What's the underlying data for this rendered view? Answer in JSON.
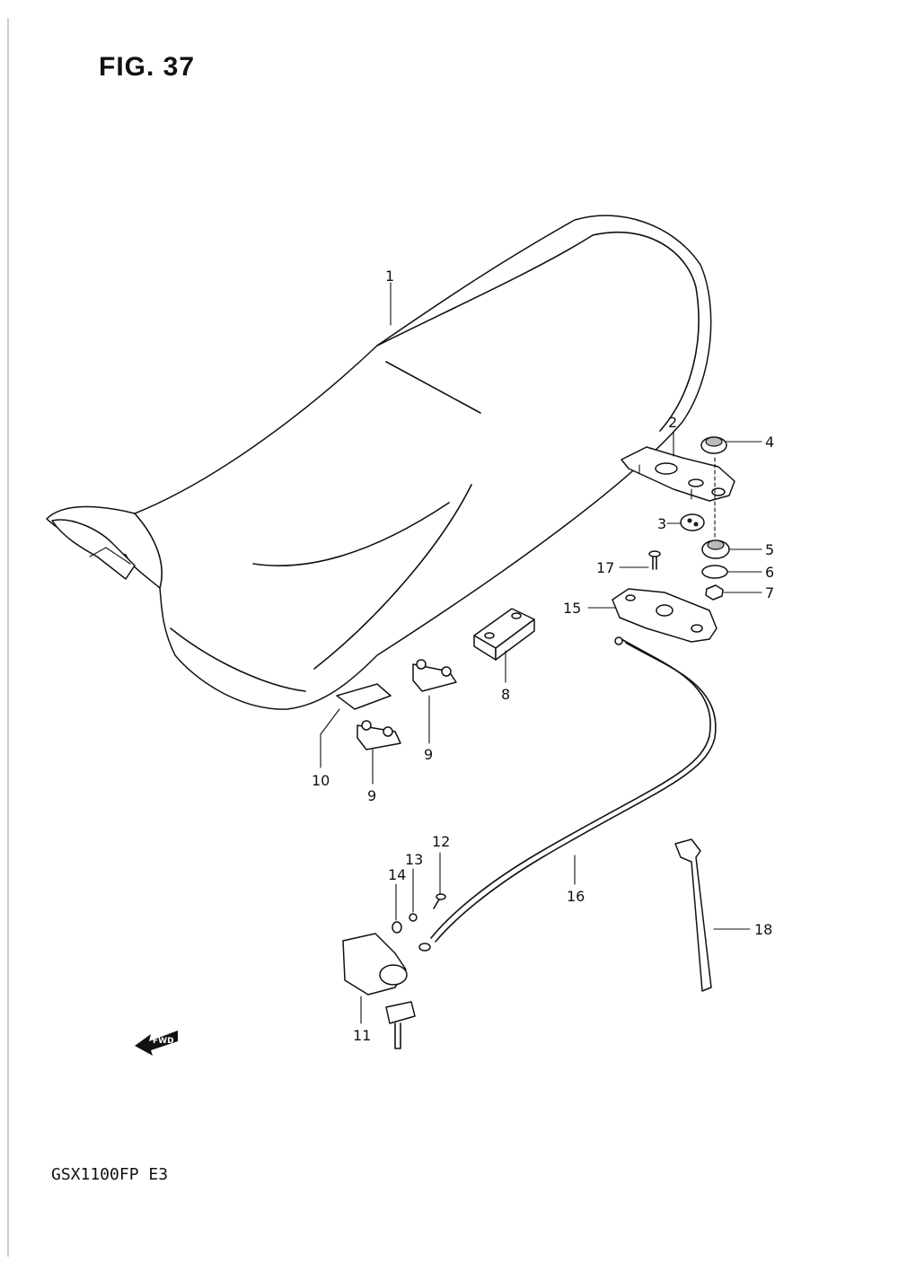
{
  "figure": {
    "title": "FIG. 37",
    "model": "GSX1100FP  E3",
    "fwd_label": "FWD"
  },
  "callouts": [
    "1",
    "2",
    "3",
    "4",
    "5",
    "6",
    "7",
    "8",
    "9",
    "9",
    "10",
    "11",
    "12",
    "13",
    "14",
    "15",
    "16",
    "17",
    "18"
  ]
}
